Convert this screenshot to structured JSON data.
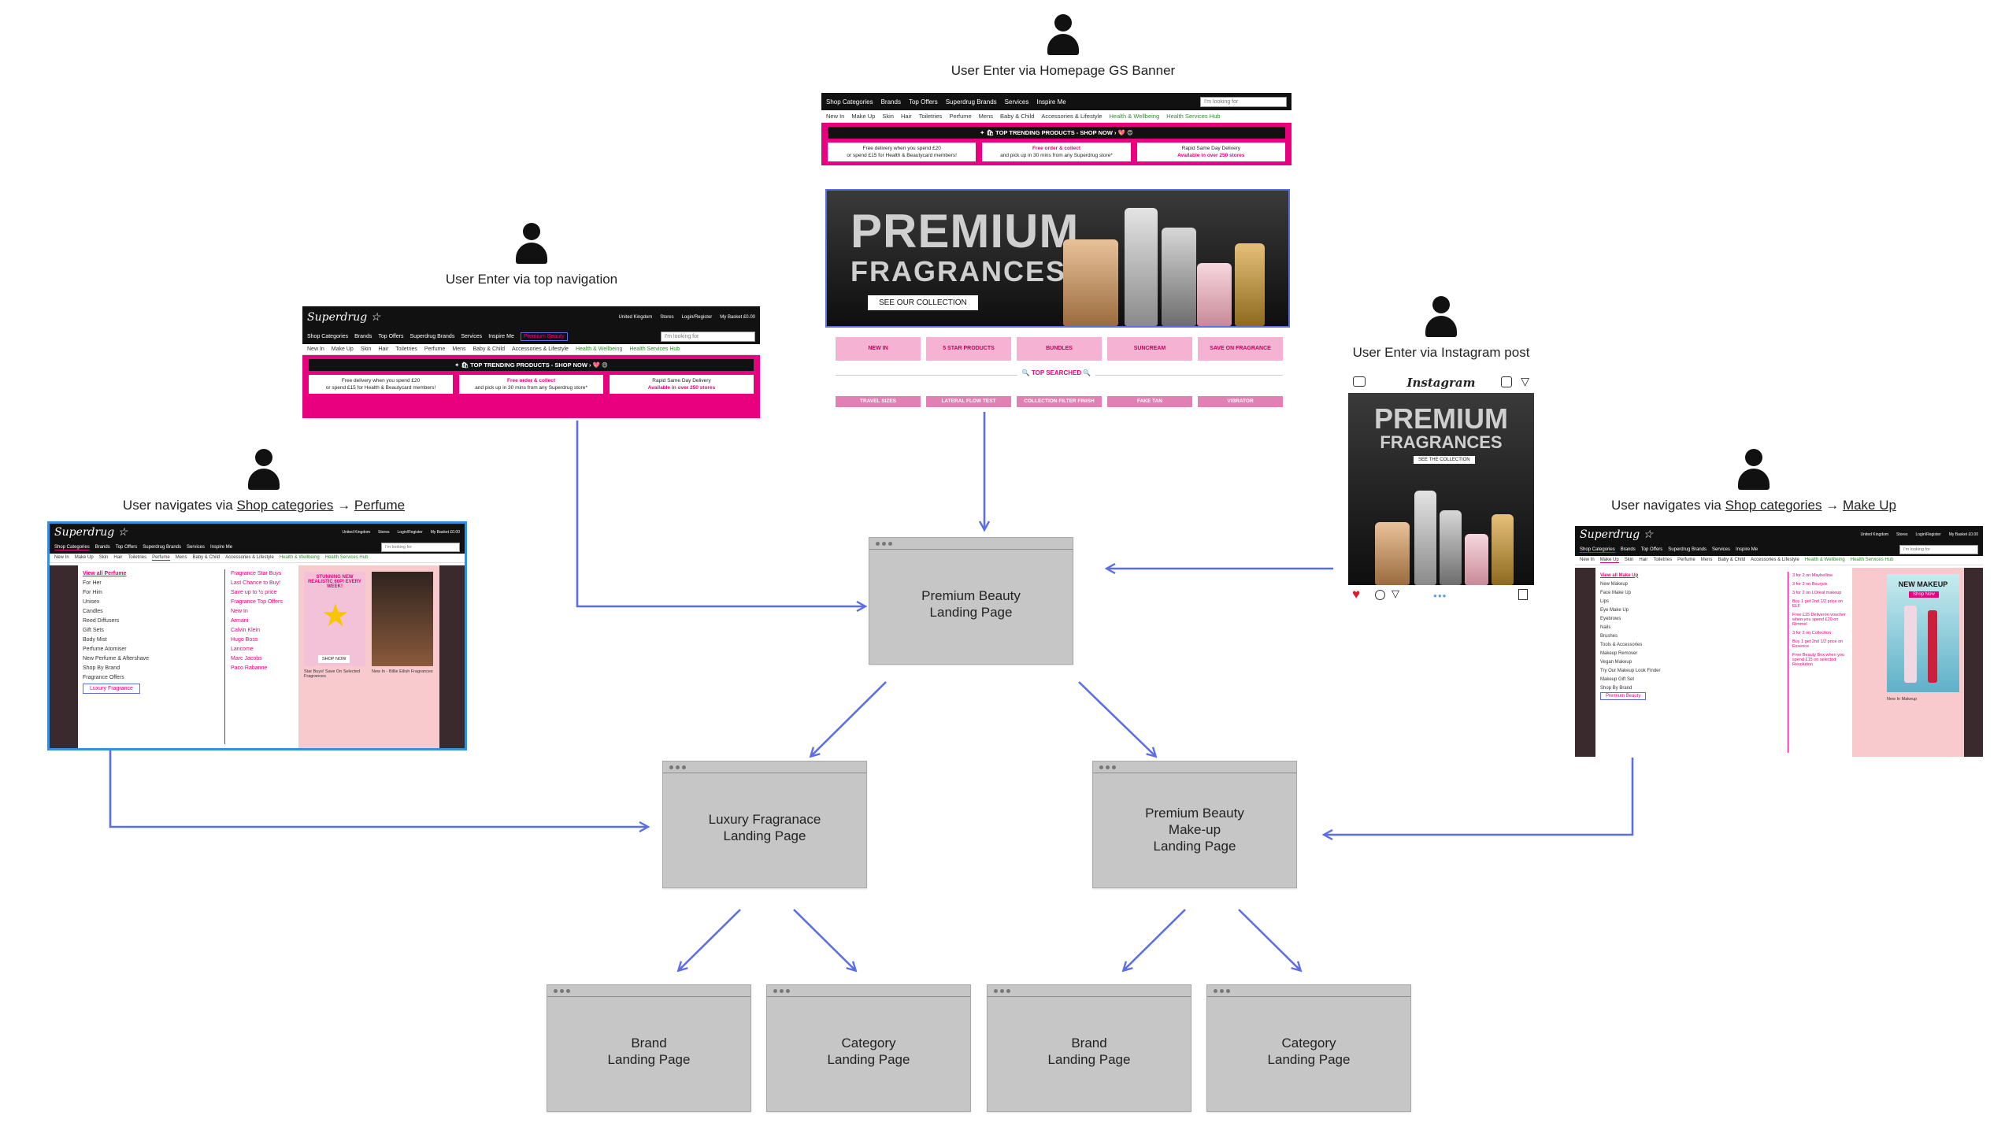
{
  "personas": {
    "homepage": "User Enter via Homepage GS Banner",
    "topnav": "User Enter via top navigation",
    "instagram": "User Enter via Instagram post",
    "perfume": {
      "pre": "User navigates via ",
      "link1": "Shop categories",
      "arrow": " → ",
      "link2": "Perfume"
    },
    "makeup": {
      "pre": "User navigates via ",
      "link1": "Shop categories",
      "arrow": " → ",
      "link2": "Make Up"
    }
  },
  "pages": {
    "premium_landing": "Premium Beauty\nLanding Page",
    "luxury_landing": "Luxury Fragranace\nLanding Page",
    "makeup_landing": "Premium Beauty\nMake-up\nLanding Page",
    "brand_1": "Brand\nLanding Page",
    "category_1": "Category\nLanding Page",
    "brand_2": "Brand\nLanding Page",
    "category_2": "Category\nLanding Page"
  },
  "site": {
    "logo": "Superdrug ☆",
    "search_placeholder": "I'm looking for",
    "top_items": [
      "Shop Categories",
      "Brands",
      "Top Offers",
      "Superdrug Brands",
      "Services",
      "Inspire Me"
    ],
    "premium_beauty_link": "Premium Beauty",
    "sub_items": [
      "New In",
      "Make Up",
      "Skin",
      "Hair",
      "Toiletries",
      "Perfume",
      "Mens",
      "Baby & Child",
      "Accessories & Lifestyle"
    ],
    "sub_green": [
      "Health & Wellbeing",
      "Health Services Hub"
    ],
    "account": [
      "United Kingdom",
      "Stores",
      "Login/Register",
      "My Basket £0.00"
    ],
    "trending": "✦ 🛍 TOP TRENDING PRODUCTS - SHOP NOW › 💖 😍",
    "usp1": {
      "title": "Free delivery when you spend £20",
      "sub": "or spend £15 for Health & Beautycard members!"
    },
    "usp2": {
      "title": "Free order & collect",
      "sub": "and pick up in 30 mins from any Superdrug store*"
    },
    "usp3": {
      "title": "Rapid Same Day Delivery",
      "sub": "Available in over 250 stores"
    }
  },
  "hero": {
    "line1": "PREMIUM",
    "line2": "FRAGRANCES",
    "cta": "SEE OUR COLLECTION"
  },
  "chips_row1": [
    "NEW IN",
    "5 STAR PRODUCTS",
    "BUNDLES",
    "SUNCREAM",
    "SAVE ON FRAGRANCE"
  ],
  "top_searched": "🔍 TOP SEARCHED 🔍",
  "chips_row2": [
    "TRAVEL SIZES",
    "LATERAL FLOW TEST",
    "COLLECTION FILTER FINISH",
    "FAKE TAN",
    "VIBRATOR"
  ],
  "instagram": {
    "brand": "Instagram",
    "line1": "PREMIUM",
    "line2": "FRAGRANCES",
    "cta": "SEE THE COLLECTION"
  },
  "perfume_menu": {
    "col1": [
      "View all Perfume",
      "For Her",
      "For Him",
      "Unisex",
      "Candles",
      "Reed Diffusers",
      "Gift Sets",
      "Body Mist",
      "Perfume Atomiser",
      "New Perfume & Aftershave",
      "Shop By Brand",
      "Fragrance Offers"
    ],
    "highlight": "Luxury Fragrance",
    "col2": [
      "Fragrance Star Buys",
      "Last Chance to Buy!",
      "Save up to ½ price",
      "Fragrance Top Offers",
      "New In",
      "Armani",
      "Calvin Klein",
      "Hugo Boss",
      "Lancome",
      "Marc Jacobs",
      "Paco Rabanne"
    ],
    "promo1_badge": "STUNNING NEW REALISTIC 60P! EVERY WEEK!",
    "promo1_cta": "SHOP NOW",
    "promo1_caption": "Star Buys! Save On Selected Fragrances",
    "promo2_caption": "New In - Billie Eilish Fragrances"
  },
  "makeup_menu": {
    "col1": [
      "View all Make Up",
      "New Makeup",
      "Face Make Up",
      "Lips",
      "Eye Make Up",
      "Eyebrows",
      "Nails",
      "Brushes",
      "Tools & Accessories",
      "Makeup Remover",
      "Vegan Makeup",
      "Try Our Makeup Look Finder",
      "Makeup Gift Set",
      "Shop By Brand"
    ],
    "highlight": "Premium Beauty",
    "col2": [
      "3 for 2 on Maybelline",
      "3 for 2 on Bourjois",
      "3 for 2 on LOreal makeup",
      "Buy 1 get 2nd 1/2 price on ELF",
      "Free £15 Deliveroo voucher when you spend £20 on Rimmel",
      "3 for 2 on Collection",
      "Buy 1 get 2nd 1/2 price on Essence",
      "Free Beauty Box when you spend £15 on selected Revolution"
    ],
    "promo_title": "NEW MAKEUP",
    "promo_cta": "Shop Now",
    "promo_caption": "New In Makeup"
  },
  "colors": {
    "accent_pink": "#e8007f",
    "arrow_blue": "#5b6ee8",
    "page_grey": "#c6c6c6"
  }
}
